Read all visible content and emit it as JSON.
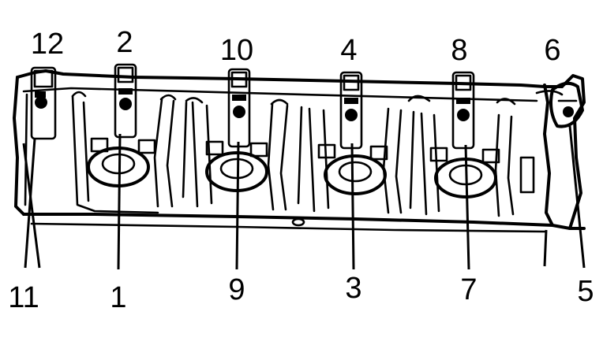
{
  "diagram": {
    "top_labels": [
      "12",
      "2",
      "10",
      "4",
      "8",
      "6"
    ],
    "bottom_labels": [
      "11",
      "1",
      "9",
      "3",
      "7",
      "5"
    ],
    "colors": {
      "ink": "#000000",
      "paper": "#ffffff"
    }
  }
}
